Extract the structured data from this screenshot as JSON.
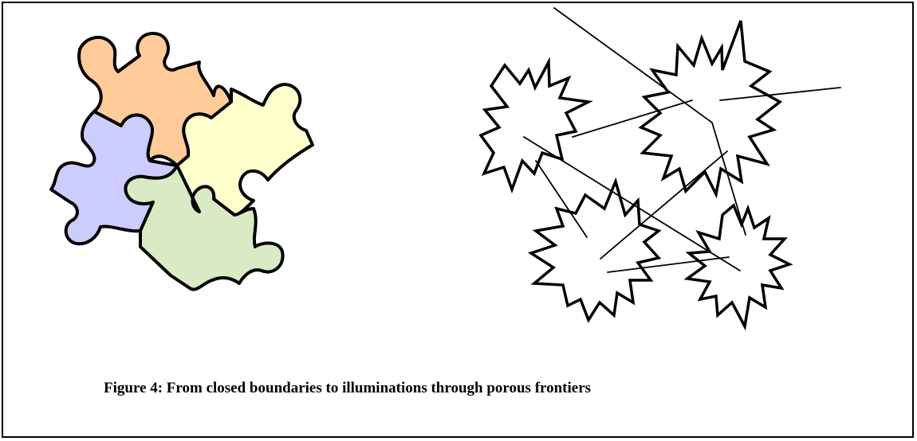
{
  "figure": {
    "caption": "Figure 4: From closed boundaries to illuminations through porous frontiers"
  },
  "puzzle": {
    "pieces": [
      {
        "name": "top-piece",
        "color": "#FFCC99"
      },
      {
        "name": "right-piece",
        "color": "#FFFFCC"
      },
      {
        "name": "left-piece",
        "color": "#CCCCFF"
      },
      {
        "name": "bottom-piece",
        "color": "#D9EAC4"
      }
    ],
    "outline_color": "#000000"
  },
  "bursts": {
    "fill": "#FFFFFF",
    "outline_color": "#000000",
    "count": 4
  }
}
